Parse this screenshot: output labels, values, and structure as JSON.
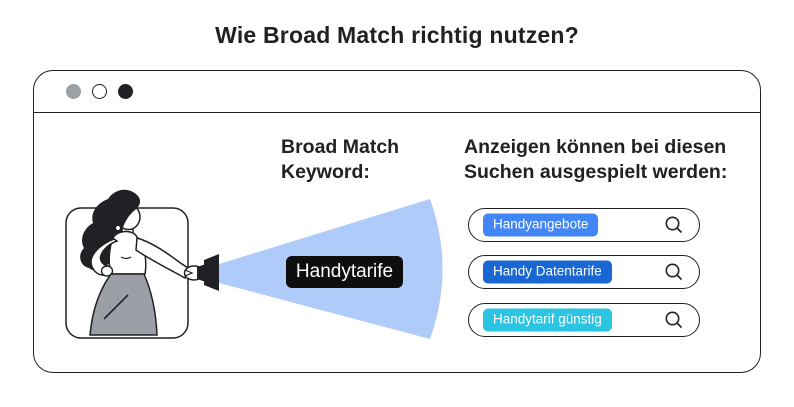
{
  "title": "Wie Broad Match richtig nutzen?",
  "window": {
    "controls": [
      {
        "name": "dot-gray",
        "color": "#9AA0A6"
      },
      {
        "name": "dot-white",
        "color": "#FFFFFF"
      },
      {
        "name": "dot-black",
        "color": "#202124"
      }
    ]
  },
  "broad_match": {
    "label_line1": "Broad Match",
    "label_line2": "Keyword:",
    "keyword": "Handytarife"
  },
  "results": {
    "heading_line1": "Anzeigen können bei diesen",
    "heading_line2": "Suchen ausgespielt werden:",
    "searches": [
      {
        "term": "Handyangebote",
        "highlight_color": "#4285F4"
      },
      {
        "term": "Handy Datentarife",
        "highlight_color": "#1967D2"
      },
      {
        "term": "Handytarif günstig",
        "highlight_color": "#2BC4E2"
      }
    ]
  },
  "illustration": {
    "beam_color": "#AECBFA",
    "skirt_color": "#9AA0A6",
    "outline_color": "#202124"
  },
  "icons": {
    "search": "magnifying-glass",
    "flashlight": "flashlight-cone",
    "person": "woman-with-flashlight"
  }
}
